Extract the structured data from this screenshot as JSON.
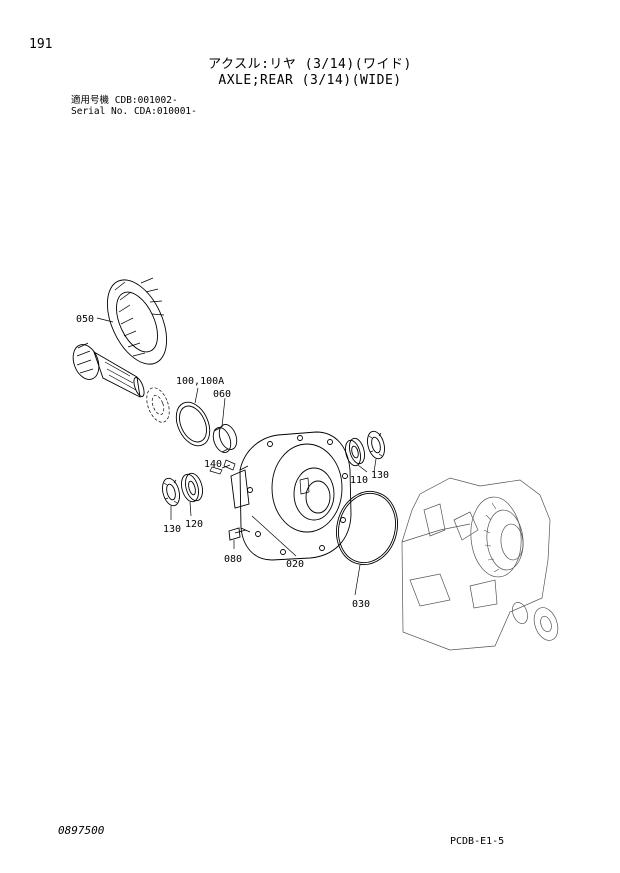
{
  "header": {
    "page_number": "191",
    "title_jp": "アクスル:リヤ (3/14)(ワイド)",
    "title_en": "AXLE;REAR (3/14)(WIDE)",
    "serial": [
      {
        "label": "適用号機",
        "value": "CDB:001002-"
      },
      {
        "label": "Serial No.",
        "value": "CDA:010001-"
      }
    ]
  },
  "diagram": {
    "part_labels": {
      "p050": "050",
      "p100": "100,100A",
      "p060": "060",
      "p140": "140",
      "p110": "110",
      "p130a": "130",
      "p130b": "130",
      "p120": "120",
      "p080": "080",
      "p020": "020",
      "p030": "030"
    }
  },
  "footer": {
    "left": "0897500",
    "right": "PCDB-E1-5"
  }
}
